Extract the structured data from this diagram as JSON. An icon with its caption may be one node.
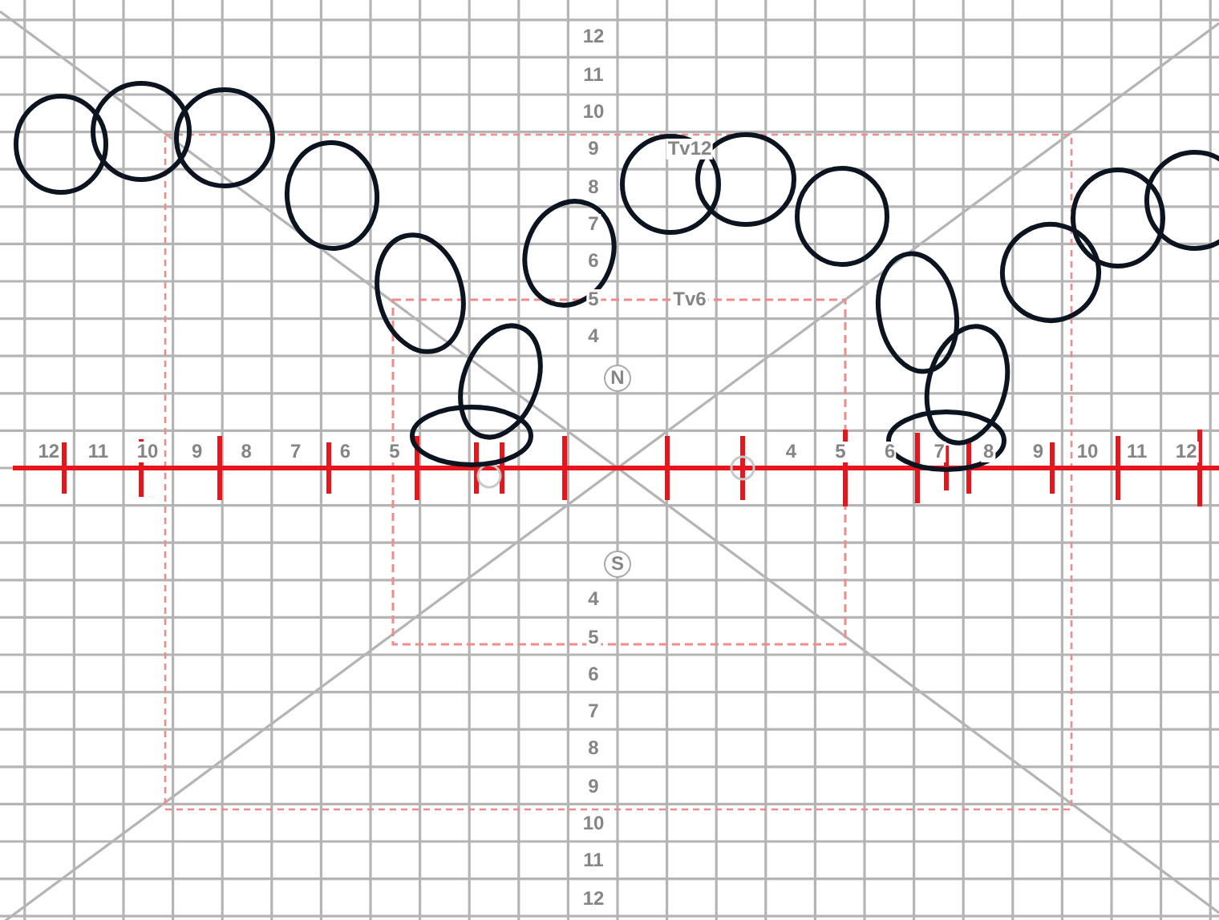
{
  "diagram": {
    "labels": [
      "12",
      "11",
      "10",
      "9",
      "Tv12",
      "8",
      "7",
      "6",
      "5",
      "Tv6",
      "4",
      "N",
      "12",
      "11",
      "10",
      "9",
      "8",
      "7",
      "6",
      "5",
      "4",
      "5",
      "6",
      "7",
      "8",
      "9",
      "10",
      "11",
      "12",
      "S",
      "4",
      "5",
      "6",
      "7",
      "8",
      "9",
      "10",
      "11",
      "12"
    ]
  }
}
